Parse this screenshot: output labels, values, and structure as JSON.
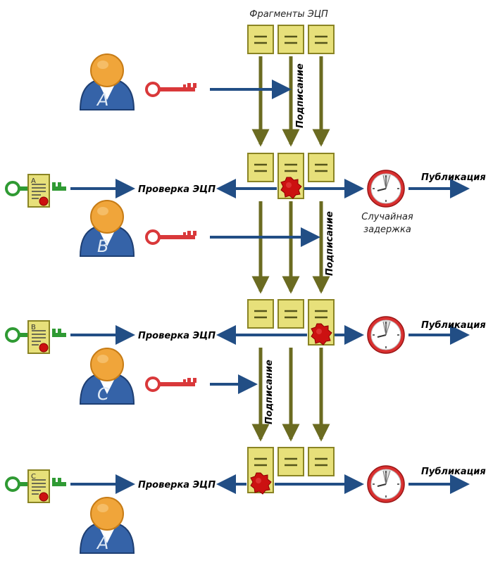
{
  "header": {
    "title": "Фрагменты ЭЦП"
  },
  "labels": {
    "signing": "Подписание",
    "verify": "Проверка ЭЦП",
    "publish": "Публикация",
    "delay_line1": "Случайная",
    "delay_line2": "задержка"
  },
  "users": [
    {
      "letter": "A"
    },
    {
      "letter": "B"
    },
    {
      "letter": "C"
    },
    {
      "letter": "A"
    }
  ],
  "certificates": [
    {
      "letter": "A"
    },
    {
      "letter": "B"
    },
    {
      "letter": "C"
    }
  ],
  "colors": {
    "flow_arrow": "#224e85",
    "fragment_arrow": "#6b6b21",
    "fragment_fill": "#e7e07a",
    "fragment_stroke": "#8a8424",
    "seal": "#cc1111",
    "private_key": "#d9383a",
    "public_key": "#2f9a33",
    "avatar_body": "#3563a8",
    "avatar_head": "#f0a53a",
    "clock_rim": "#d93030"
  }
}
